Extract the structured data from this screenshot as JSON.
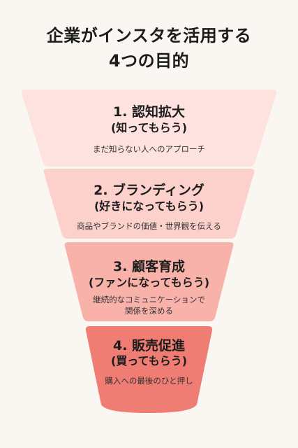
{
  "title": {
    "line1": "企業がインスタを活用する",
    "line2": "4つの目的"
  },
  "stages": [
    {
      "heading": "1. 認知拡大",
      "sub": "(知ってもらう)",
      "desc": [
        "まだ知らない人へのアプローチ"
      ],
      "color": "#fde2df"
    },
    {
      "heading": "2. ブランディング",
      "sub": "(好きになってもらう)",
      "desc": [
        "商品やブランドの価値・世界観を伝える"
      ],
      "color": "#fcd0cb"
    },
    {
      "heading": "3. 顧客育成",
      "sub": "(ファンになってもらう)",
      "desc": [
        "継続的なコミュニケーションで",
        "関係を深める"
      ],
      "color": "#f8b2aa"
    },
    {
      "heading": "4. 販売促進",
      "sub": "(買ってもらう)",
      "desc": [
        "購入への最後のひと押し"
      ],
      "color": "#ef7d73"
    }
  ]
}
